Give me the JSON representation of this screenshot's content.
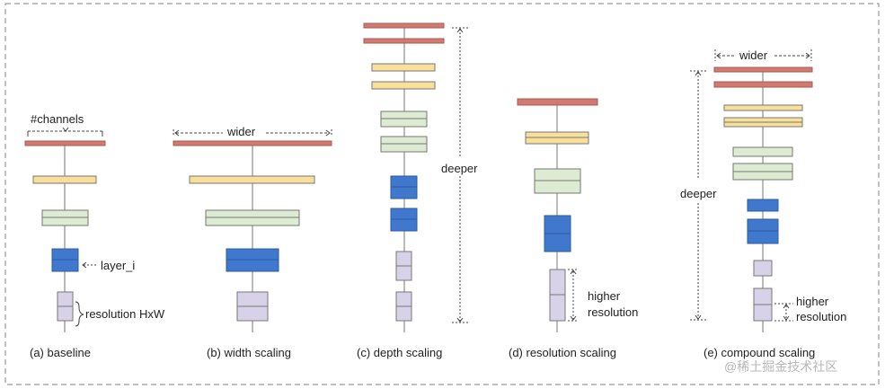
{
  "labels": {
    "channels": "#channels",
    "layer": "layer_i",
    "resolution": "resolution HxW",
    "wider_b": "wider",
    "deeper_c": "deeper",
    "higher_d": "higher",
    "resolution_d": "resolution",
    "wider_e": "wider",
    "deeper_e": "deeper",
    "higher_e": "higher",
    "resolution_e": "resolution"
  },
  "captions": {
    "a": "(a) baseline",
    "b": "(b) width scaling",
    "c": "(c) depth scaling",
    "d": "(d) resolution scaling",
    "e": "(e) compound scaling"
  },
  "watermark": "@稀土掘金技术社区",
  "colors": {
    "red_layer": "#d07a72",
    "yellow_layer": "#f8df9a",
    "green_layer": "#dcebd2",
    "blue_layer": "#3f78cc",
    "lavender_layer": "#d8d2e8",
    "frame": "#9a9a9a"
  }
}
